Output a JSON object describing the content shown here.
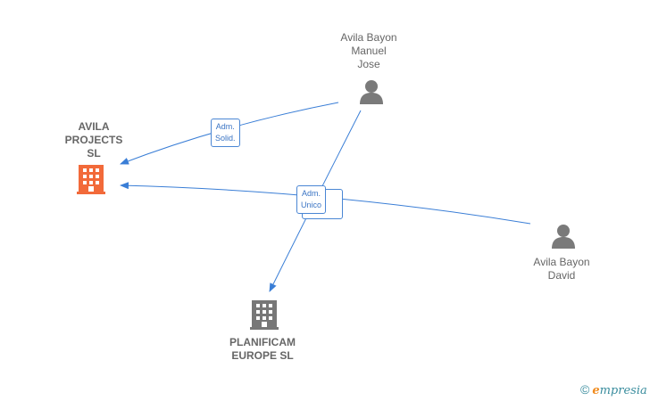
{
  "nodes": {
    "avila_projects": {
      "lines": [
        "AVILA",
        "PROJECTS",
        "SL"
      ],
      "color": "#f26a3a"
    },
    "manuel_jose": {
      "lines": [
        "Avila Bayon",
        "Manuel",
        "Jose"
      ]
    },
    "david": {
      "lines": [
        "Avila Bayon",
        "David"
      ]
    },
    "planificam": {
      "lines": [
        "PLANIFICAM",
        "EUROPE  SL"
      ],
      "color": "#777777"
    }
  },
  "relations": {
    "solid": {
      "lines": [
        "Adm.",
        "Solid."
      ]
    },
    "unico": {
      "lines": [
        "Adm.",
        "Unico"
      ]
    }
  },
  "colors": {
    "edge": "#3a7ed6",
    "person": "#7a7a7a"
  },
  "brand": {
    "symbol": "©",
    "first_letter": "e",
    "rest": "mpresia"
  }
}
